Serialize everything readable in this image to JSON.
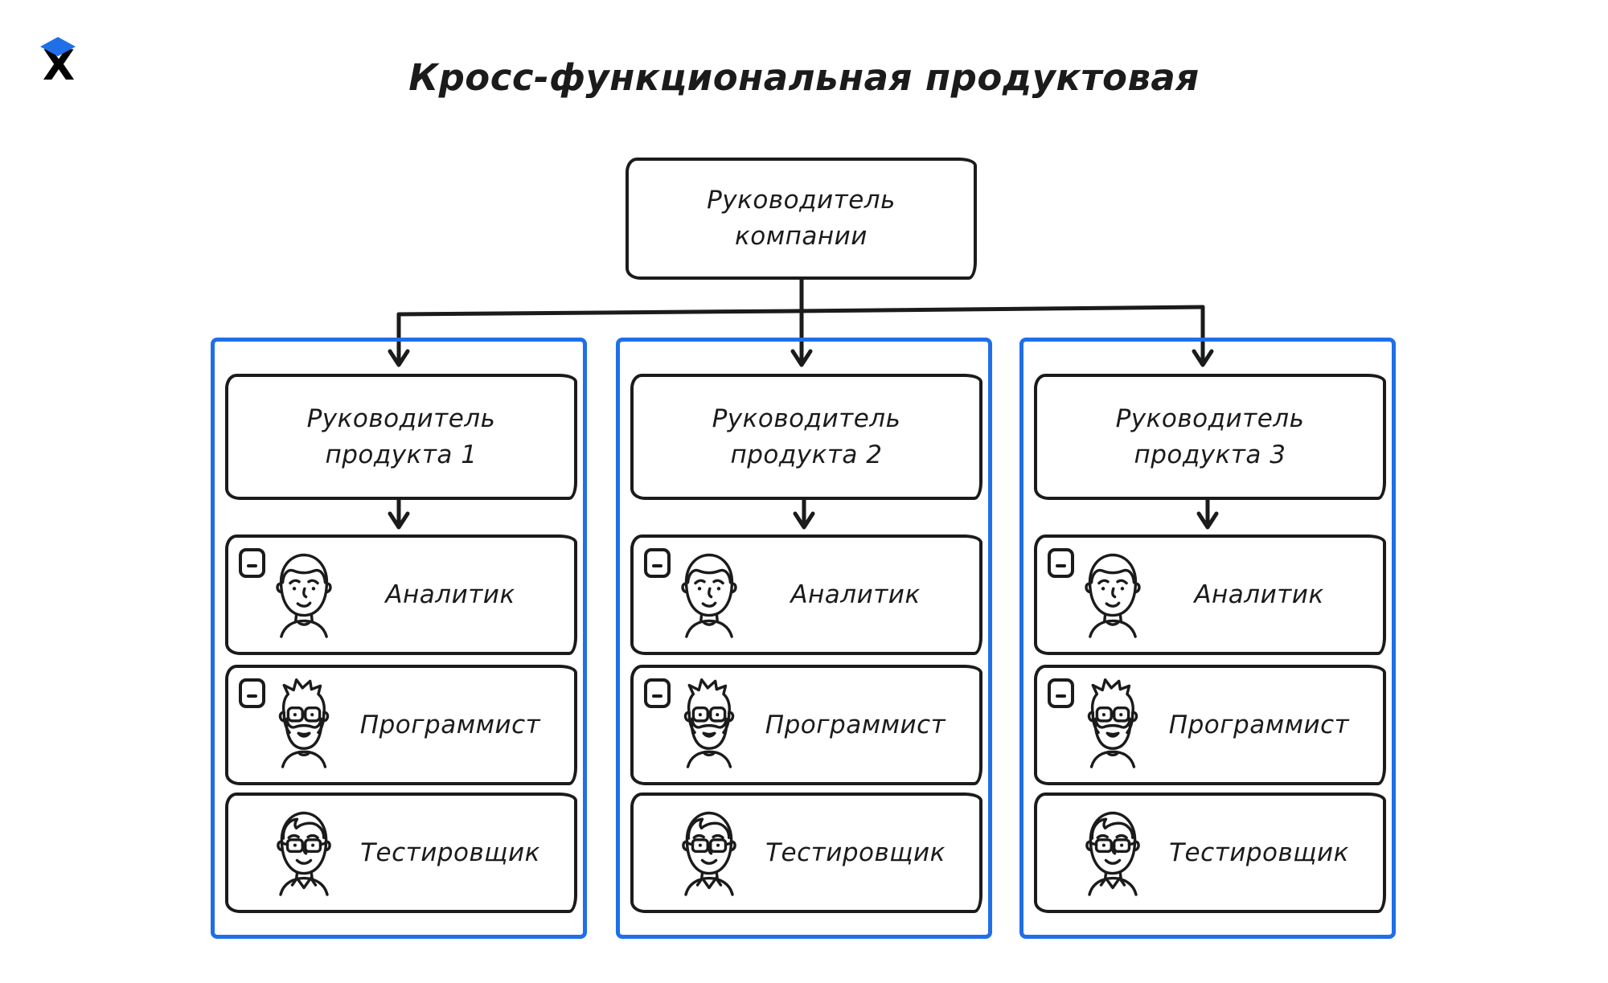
{
  "title": "Кросс-функциональная продуктовая",
  "logo": {
    "letter": "X"
  },
  "root_box": {
    "label": "Руководитель\nкомпании"
  },
  "columns": [
    {
      "header": "Руководитель\nпродукта 1",
      "members": [
        {
          "role": "Аналитик",
          "avatar": "analyst-avatar",
          "has_collapse_button": true
        },
        {
          "role": "Программист",
          "avatar": "programmer-avatar",
          "has_collapse_button": true
        },
        {
          "role": "Тестировщик",
          "avatar": "tester-avatar",
          "has_collapse_button": false
        }
      ]
    },
    {
      "header": "Руководитель\nпродукта 2",
      "members": [
        {
          "role": "Аналитик",
          "avatar": "analyst-avatar",
          "has_collapse_button": true
        },
        {
          "role": "Программист",
          "avatar": "programmer-avatar",
          "has_collapse_button": true
        },
        {
          "role": "Тестировщик",
          "avatar": "tester-avatar",
          "has_collapse_button": false
        }
      ]
    },
    {
      "header": "Руководитель\nпродукта 3",
      "members": [
        {
          "role": "Аналитик",
          "avatar": "analyst-avatar",
          "has_collapse_button": true
        },
        {
          "role": "Программист",
          "avatar": "programmer-avatar",
          "has_collapse_button": true
        },
        {
          "role": "Тестировщик",
          "avatar": "tester-avatar",
          "has_collapse_button": false
        }
      ]
    }
  ],
  "collapse_icon": "minus",
  "colors": {
    "accent_blue": "#1F6FE8",
    "ink": "#1B1B1B",
    "background": "#FFFFFF"
  }
}
